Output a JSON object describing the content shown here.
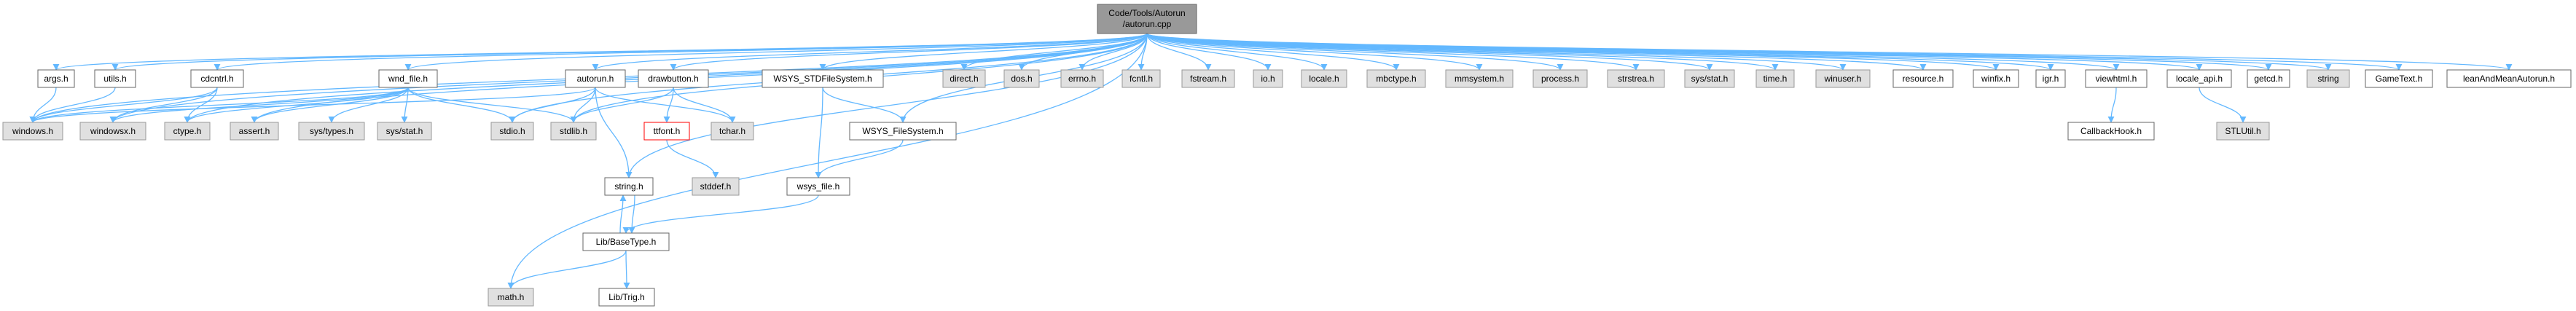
{
  "root": {
    "line1": "Code/Tools/Autorun",
    "line2": "/autorun.cpp"
  },
  "nodes": {
    "args": "args.h",
    "utils": "utils.h",
    "cdcntrl": "cdcntrl.h",
    "wnd_file": "wnd_file.h",
    "autorun_h": "autorun.h",
    "drawbutton": "drawbutton.h",
    "std_fs": "WSYS_STDFileSystem.h",
    "direct": "direct.h",
    "dos": "dos.h",
    "errno": "errno.h",
    "fcntl": "fcntl.h",
    "fstream": "fstream.h",
    "io": "io.h",
    "locale": "locale.h",
    "mbctype": "mbctype.h",
    "mmsystem": "mmsystem.h",
    "process": "process.h",
    "strstrea": "strstrea.h",
    "sysstat_top": "sys/stat.h",
    "time": "time.h",
    "winuser": "winuser.h",
    "resource": "resource.h",
    "winfix": "winfix.h",
    "igr": "igr.h",
    "viewhtml": "viewhtml.h",
    "locale_api": "locale_api.h",
    "getcd": "getcd.h",
    "string": "string",
    "gametext": "GameText.h",
    "leanmean": "leanAndMeanAutorun.h",
    "windows": "windows.h",
    "windowsx": "windowsx.h",
    "ctype": "ctype.h",
    "assert": "assert.h",
    "systypes": "sys/types.h",
    "sysstat": "sys/stat.h",
    "stdio": "stdio.h",
    "stdlib": "stdlib.h",
    "ttfont": "ttfont.h",
    "tchar": "tchar.h",
    "wsys_fs": "WSYS_FileSystem.h",
    "callbackhook": "CallbackHook.h",
    "stlutil": "STLUtil.h",
    "string_h": "string.h",
    "stddef": "stddef.h",
    "wsys_file": "wsys_file.h",
    "basetype": "Lib/BaseType.h",
    "math": "math.h",
    "trig": "Lib/Trig.h"
  },
  "colors": {
    "edge": "#63b8ff",
    "node_fill": "#ffffff",
    "node_border": "#666666",
    "system_fill": "#e0e0e0",
    "system_border": "#999999",
    "root_fill": "#999999",
    "root_border": "#666666",
    "missing_border": "#ff0000"
  }
}
